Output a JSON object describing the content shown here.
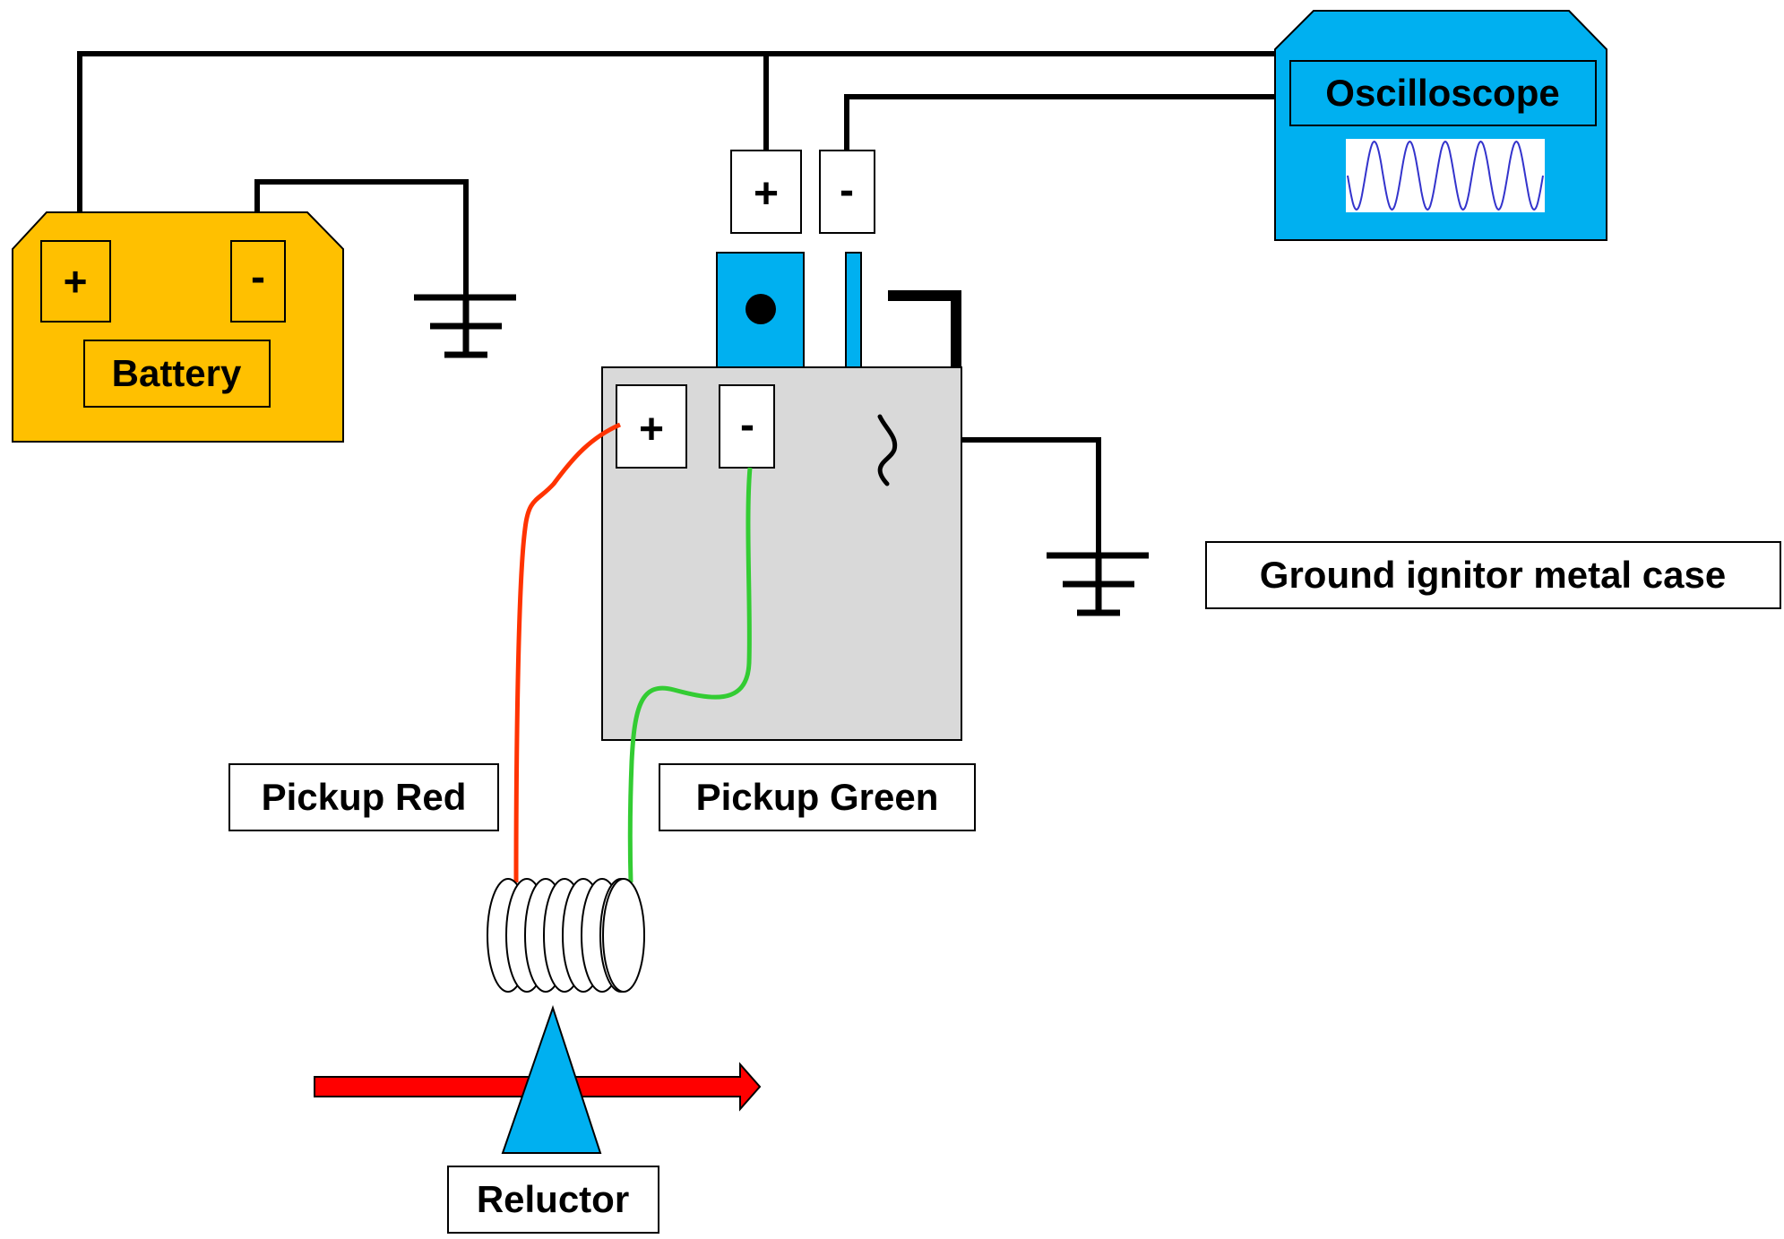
{
  "labels": {
    "battery": "Battery",
    "oscilloscope": "Oscilloscope",
    "ground_case": "Ground ignitor metal case",
    "pickup_red": "Pickup Red",
    "pickup_green": "Pickup Green",
    "reluctor": "Reluctor"
  },
  "terminals": {
    "plus": "+",
    "minus": "-"
  },
  "colors": {
    "battery": "#FFC000",
    "oscilloscope": "#00B0F0",
    "ignitor_case": "#D9D9D9",
    "connector": "#00B0F0",
    "wire": "#000000",
    "pickup_red_wire": "#FF3300",
    "pickup_green_wire": "#33CC33",
    "reluctor_arrow": "#FF0000",
    "reluctor": "#00B0F0",
    "scope_trace": "#3333CC"
  },
  "icons": {
    "battery": "battery-icon",
    "oscilloscope": "oscilloscope-icon",
    "ground": "ground-symbol-icon",
    "coil": "pickup-coil-icon",
    "reluctor": "reluctor-triangle-icon",
    "arrow": "motion-arrow-icon"
  }
}
